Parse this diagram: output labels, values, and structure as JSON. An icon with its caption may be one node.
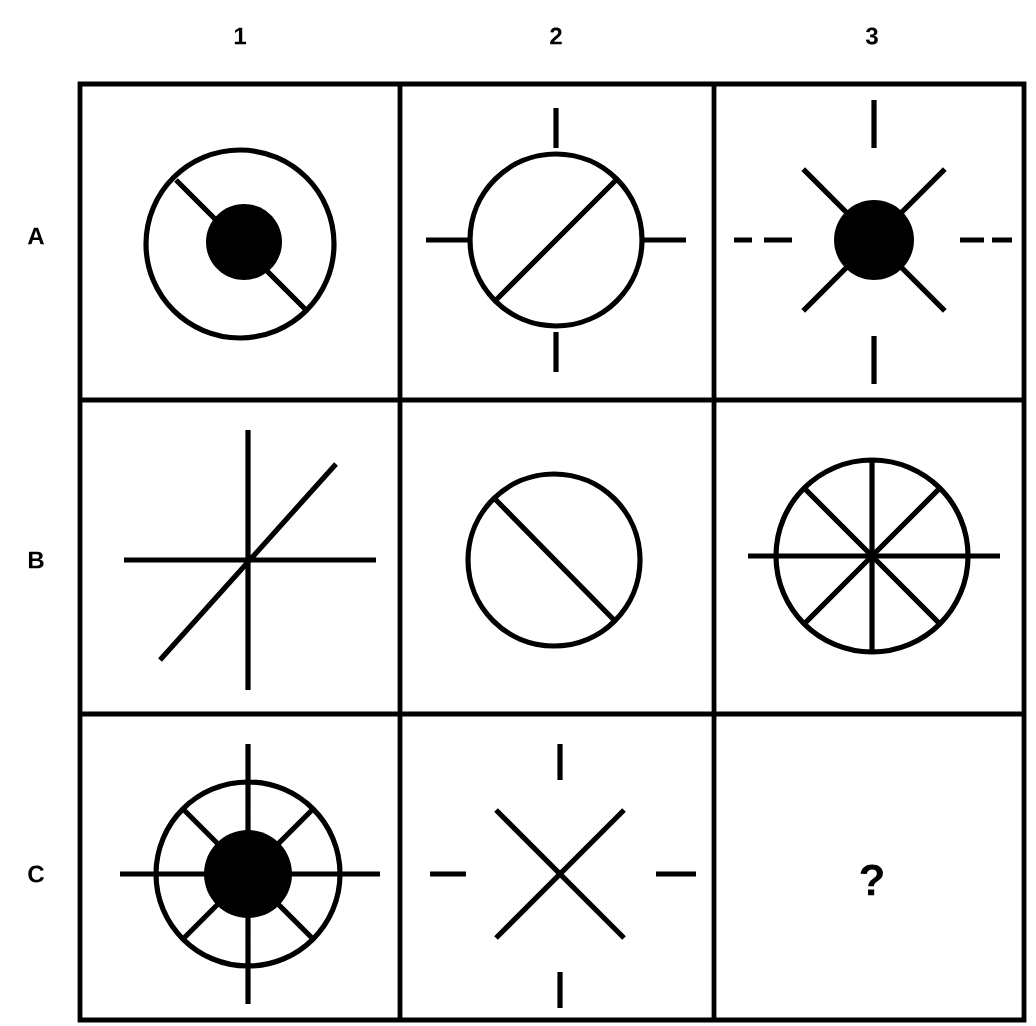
{
  "diagram": {
    "labels": [
      "1",
      "2",
      "3",
      "A",
      "B",
      "C",
      "?"
    ]
  }
}
